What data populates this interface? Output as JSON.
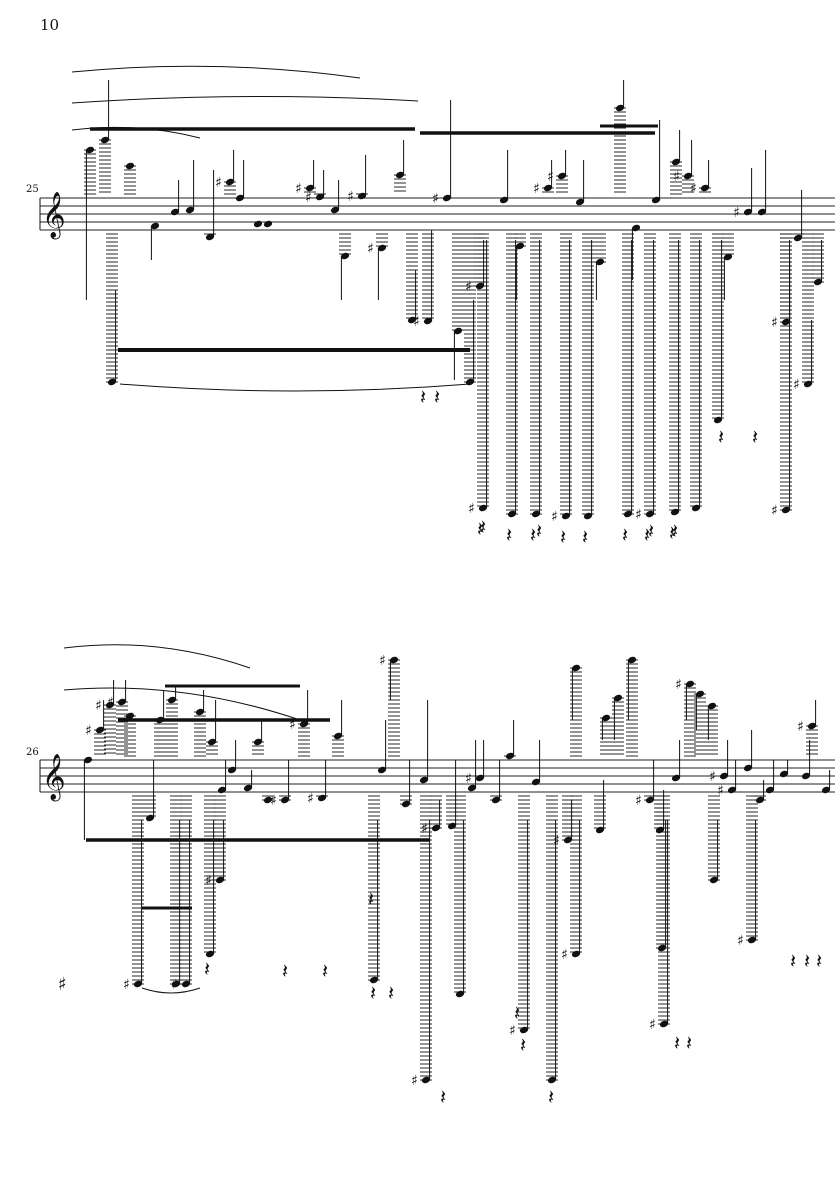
{
  "page": {
    "number": "10"
  },
  "systems": [
    {
      "measure_number": "25",
      "clef": "treble"
    },
    {
      "measure_number": "26",
      "clef": "treble"
    }
  ],
  "palette": {
    "ink": "#111111",
    "staff": "#222222",
    "paper": "#ffffff"
  }
}
